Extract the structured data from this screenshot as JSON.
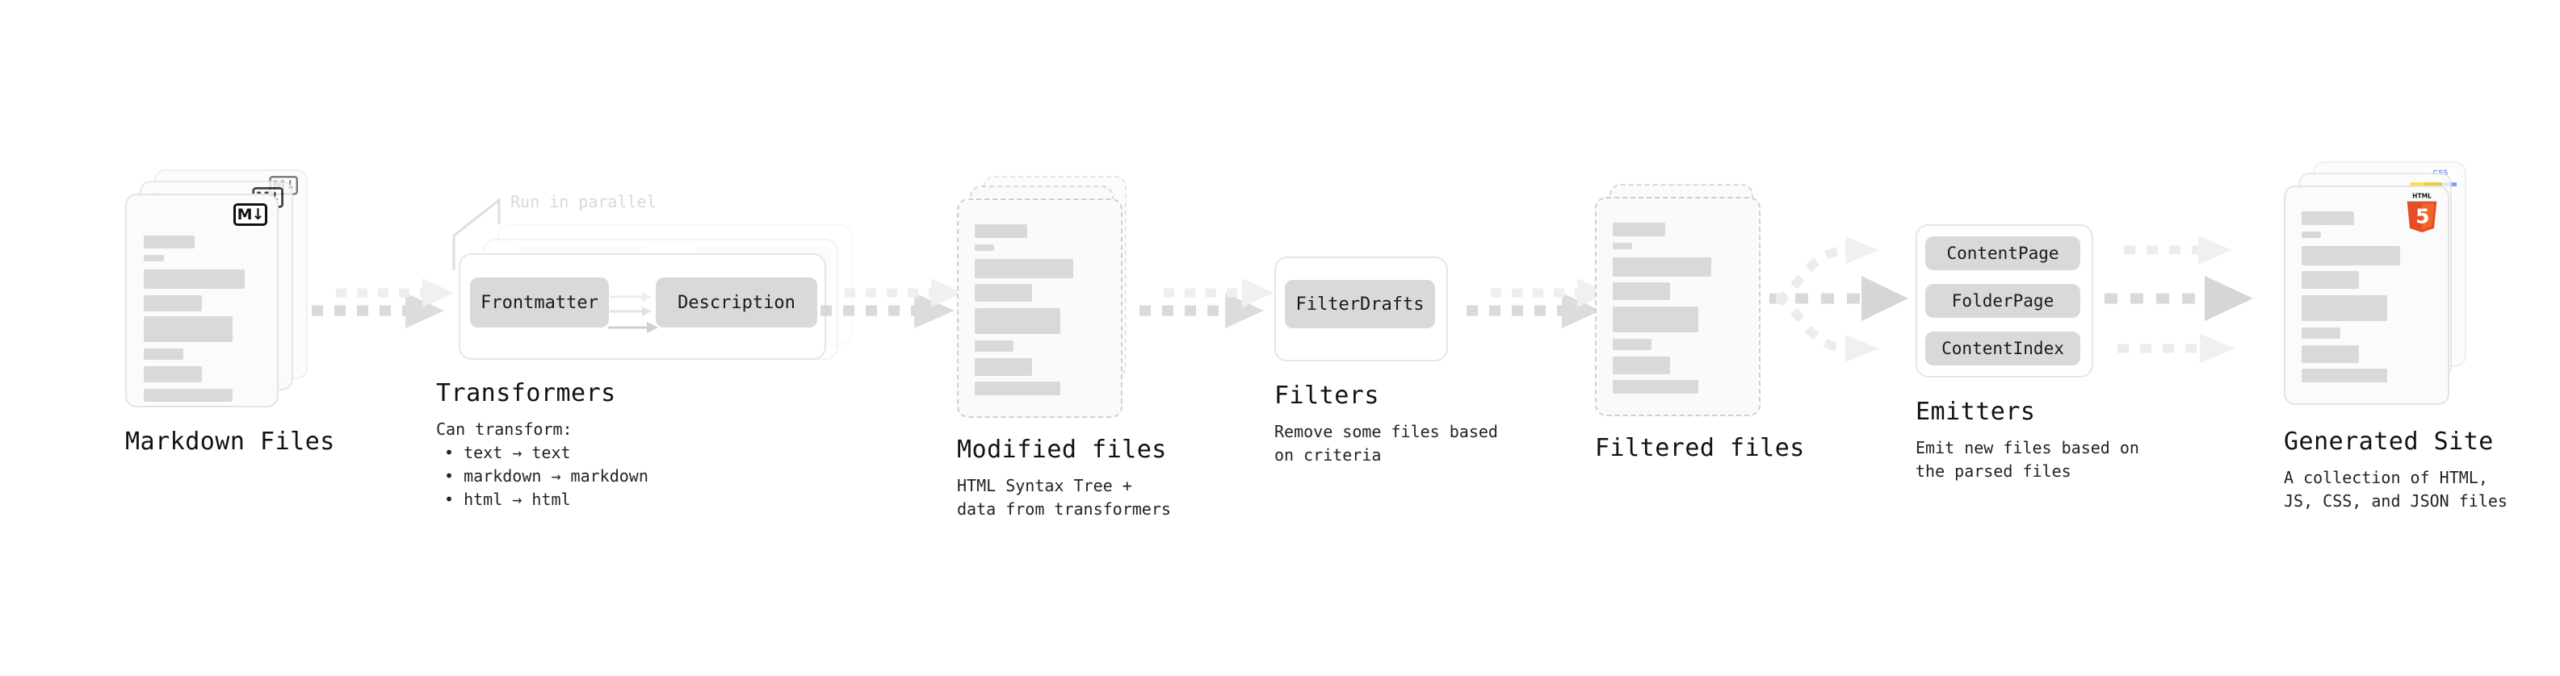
{
  "diagram": {
    "type": "pipeline-flow",
    "orientation": "left-to-right",
    "background": "#ffffff",
    "accent_chip": "#d9d9d9",
    "arrow_color": "#d7d7d7"
  },
  "stages": [
    {
      "id": "markdown-files",
      "title": "Markdown Files",
      "subtitle": "",
      "card_style": "solid",
      "card_count": 3,
      "badge": "markdown-icon",
      "badge_text": "M↓"
    },
    {
      "id": "transformers",
      "title": "Transformers",
      "subtitle_lines": [
        "Can transform:"
      ],
      "bullets": [
        "text → text",
        "markdown → markdown",
        "html → html"
      ],
      "annotation": "Run in parallel",
      "layers": 3,
      "chips": [
        "Frontmatter",
        "Description"
      ]
    },
    {
      "id": "modified-files",
      "title": "Modified files",
      "subtitle_lines": [
        "HTML Syntax Tree +",
        "data from transformers"
      ],
      "card_style": "dashed",
      "card_count": 3
    },
    {
      "id": "filters",
      "title": "Filters",
      "subtitle_lines": [
        "Remove some files based",
        "on criteria"
      ],
      "chips": [
        "FilterDrafts"
      ]
    },
    {
      "id": "filtered-files",
      "title": "Filtered files",
      "subtitle_lines": [],
      "card_style": "dashed",
      "card_count": 2
    },
    {
      "id": "emitters",
      "title": "Emitters",
      "subtitle_lines": [
        "Emit new files based on",
        "the parsed files"
      ],
      "chips": [
        "ContentPage",
        "FolderPage",
        "ContentIndex"
      ]
    },
    {
      "id": "generated-site",
      "title": "Generated Site",
      "subtitle_lines": [
        "A collection of HTML,",
        "JS, CSS, and JSON files"
      ],
      "card_style": "solid",
      "card_count": 3,
      "badges": [
        "html5-icon",
        "js-icon",
        "css-icon"
      ],
      "badge_labels": {
        "html5": "HTML",
        "html5_number": "5",
        "css": "CSS"
      }
    }
  ],
  "labels": {
    "markdown_title": "Markdown Files",
    "transformers_title": "Transformers",
    "transformers_intro": "Can transform:",
    "transformers_b1": "• text → text",
    "transformers_b2": "• markdown → markdown",
    "transformers_b3": "• html → html",
    "run_in_parallel": "Run in parallel",
    "chip_frontmatter": "Frontmatter",
    "chip_description": "Description",
    "modified_title": "Modified files",
    "modified_sub1": "HTML Syntax Tree +",
    "modified_sub2": "data from transformers",
    "filters_title": "Filters",
    "filters_sub1": "Remove some files based",
    "filters_sub2": "on criteria",
    "chip_filterdrafts": "FilterDrafts",
    "filtered_title": "Filtered files",
    "emitters_title": "Emitters",
    "emitters_sub1": "Emit new files based on",
    "emitters_sub2": "the parsed files",
    "chip_contentpage": "ContentPage",
    "chip_folderpage": "FolderPage",
    "chip_contentindex": "ContentIndex",
    "generated_title": "Generated Site",
    "generated_sub1": "A collection of HTML,",
    "generated_sub2": "JS, CSS, and JSON files",
    "badge_md": "M↓",
    "badge_html5_word": "HTML",
    "badge_html5_num": "5",
    "badge_css": "CSS"
  }
}
